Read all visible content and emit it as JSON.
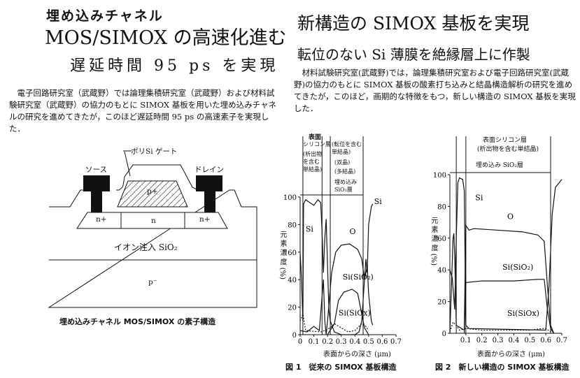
{
  "left": {
    "kicker": "埋め込みチャネル",
    "title": "MOS/SIMOX の高速化進む",
    "subtitle": "遅延時間 95 ps を実現",
    "body": "　電子回路研究室（武蔵野）では論理集積研究室（武蔵野）および材料試験研究室（武蔵野）の協力のもとに SIMOX 基板を用いた埋め込みチャネルの研究を進めてきたが，このほど遅延時間 95 ps の高速素子を実現した．",
    "diagram": {
      "gate": "ポリSi ゲート",
      "source": "ソース",
      "drain": "ドレイン",
      "p_plus": "p+",
      "n_plus_left": "n+",
      "n_mid": "n",
      "n_plus_right": "n+",
      "oxide": "イオン注入 SiO₂",
      "substrate": "p⁻",
      "caption": "埋め込みチャネル MOS/SIMOX の素子構造"
    }
  },
  "right": {
    "title": "新構造の SIMOX 基板を実現",
    "subtitle": "転位のない Si 薄膜を絶縁層上に作製",
    "body": "　材料試験研究室(武蔵野)では，論理集積研究室および電子回路研究室(武蔵野)の協力のもとに SIMOX 基板の酸素打ち込みと結晶構造解析の研究を進めてきたが，このほど，画期的な特徴をもつ，新しい構造の SIMOX 基板を実現した．"
  },
  "chart_data": [
    {
      "type": "line",
      "title": "図 1　従来の SIMOX 基板構造",
      "xlabel": "表面からの深さ (μm)",
      "ylabel": "元 素 濃 度 (%)",
      "xlim": [
        0,
        0.7
      ],
      "ylim": [
        0,
        100
      ],
      "xticks": [
        "0",
        "0.1",
        "0.2",
        "0.3",
        "0.4",
        "0.5",
        "0.6",
        "0.7"
      ],
      "yticks": [
        "0",
        "20",
        "40",
        "60",
        "80",
        "100"
      ],
      "annotations": [
        "表面",
        "シリコン層",
        "(析出物を含む単結晶)",
        "(転位を含む単結晶)",
        "(双晶)",
        "(多結晶)",
        "埋め込み SiO₂層"
      ],
      "boundaries": [
        0.02,
        0.16,
        0.22,
        0.46
      ],
      "series": [
        {
          "name": "Si",
          "dash": false,
          "points": [
            [
              0,
              60
            ],
            [
              0.01,
              40
            ],
            [
              0.02,
              10
            ],
            [
              0.025,
              95
            ],
            [
              0.04,
              98
            ],
            [
              0.07,
              96
            ],
            [
              0.1,
              94
            ],
            [
              0.13,
              98
            ],
            [
              0.15,
              96
            ],
            [
              0.16,
              75
            ],
            [
              0.17,
              45
            ],
            [
              0.18,
              70
            ],
            [
              0.19,
              84
            ],
            [
              0.2,
              50
            ],
            [
              0.21,
              18
            ],
            [
              0.22,
              10
            ],
            [
              0.25,
              2
            ],
            [
              0.3,
              0
            ],
            [
              0.4,
              0
            ],
            [
              0.43,
              2
            ],
            [
              0.45,
              10
            ],
            [
              0.47,
              40
            ],
            [
              0.48,
              55
            ],
            [
              0.49,
              45
            ],
            [
              0.5,
              80
            ],
            [
              0.52,
              93
            ],
            [
              0.53,
              95
            ]
          ]
        },
        {
          "name": "O",
          "dash": false,
          "points": [
            [
              0,
              3
            ],
            [
              0.05,
              2
            ],
            [
              0.1,
              6
            ],
            [
              0.14,
              3
            ],
            [
              0.17,
              40
            ],
            [
              0.18,
              10
            ],
            [
              0.19,
              0
            ],
            [
              0.2,
              10
            ],
            [
              0.23,
              45
            ],
            [
              0.26,
              60
            ],
            [
              0.3,
              65
            ],
            [
              0.36,
              66
            ],
            [
              0.42,
              62
            ],
            [
              0.45,
              55
            ],
            [
              0.47,
              40
            ],
            [
              0.49,
              50
            ],
            [
              0.5,
              30
            ],
            [
              0.52,
              10
            ],
            [
              0.53,
              7
            ]
          ]
        },
        {
          "name": "Si(SiO₂)",
          "dash": false,
          "points": [
            [
              0.2,
              0
            ],
            [
              0.25,
              8
            ],
            [
              0.28,
              25
            ],
            [
              0.32,
              31
            ],
            [
              0.38,
              33
            ],
            [
              0.42,
              30
            ],
            [
              0.45,
              15
            ],
            [
              0.47,
              5
            ],
            [
              0.5,
              0
            ]
          ]
        },
        {
          "name": "Si(SiOx)",
          "dash": true,
          "points": [
            [
              0,
              10
            ],
            [
              0.02,
              15
            ],
            [
              0.04,
              3
            ],
            [
              0.15,
              2
            ],
            [
              0.18,
              3
            ],
            [
              0.22,
              5
            ],
            [
              0.25,
              8
            ],
            [
              0.3,
              5
            ],
            [
              0.35,
              2
            ],
            [
              0.4,
              3
            ],
            [
              0.45,
              8
            ],
            [
              0.48,
              6
            ],
            [
              0.5,
              3
            ]
          ]
        }
      ]
    },
    {
      "type": "line",
      "title": "図 2　新しい構造の SIMOX 基板構造",
      "xlabel": "表面からの深さ (μm)",
      "ylabel": "元 素 濃 度 (%)",
      "xlim": [
        0,
        0.7
      ],
      "ylim": [
        0,
        100
      ],
      "xticks": [
        "0.1",
        "0.2",
        "0.3",
        "0.4",
        "0.5",
        "0.6",
        "0.7"
      ],
      "yticks": [
        "0",
        "20",
        "40",
        "60",
        "80",
        "100"
      ],
      "annotations": [
        "表面シリコン層",
        "(析出物を含む単結晶)",
        "埋め込み SiO₂層"
      ],
      "boundaries": [
        0.04,
        0.1,
        0.63
      ],
      "series": [
        {
          "name": "Si",
          "dash": false,
          "points": [
            [
              0,
              40
            ],
            [
              0.015,
              35
            ],
            [
              0.03,
              15
            ],
            [
              0.04,
              60
            ],
            [
              0.05,
              95
            ],
            [
              0.06,
              98
            ],
            [
              0.08,
              97
            ],
            [
              0.09,
              90
            ],
            [
              0.1,
              5
            ],
            [
              0.12,
              3
            ],
            [
              0.6,
              2
            ],
            [
              0.62,
              30
            ],
            [
              0.64,
              75
            ],
            [
              0.66,
              92
            ],
            [
              0.7,
              97
            ]
          ]
        },
        {
          "name": "O",
          "dash": false,
          "points": [
            [
              0,
              0
            ],
            [
              0.02,
              60
            ],
            [
              0.025,
              63
            ],
            [
              0.03,
              50
            ],
            [
              0.04,
              5
            ],
            [
              0.09,
              2
            ],
            [
              0.1,
              68
            ],
            [
              0.12,
              65
            ],
            [
              0.15,
              66
            ],
            [
              0.3,
              65
            ],
            [
              0.45,
              64
            ],
            [
              0.55,
              62
            ],
            [
              0.59,
              58
            ],
            [
              0.61,
              30
            ],
            [
              0.63,
              5
            ],
            [
              0.65,
              0
            ]
          ]
        },
        {
          "name": "Si(SiO₂)",
          "dash": false,
          "points": [
            [
              0.09,
              0
            ],
            [
              0.1,
              32
            ],
            [
              0.2,
              33
            ],
            [
              0.4,
              33
            ],
            [
              0.55,
              34
            ],
            [
              0.59,
              34
            ],
            [
              0.61,
              15
            ],
            [
              0.63,
              3
            ],
            [
              0.65,
              0
            ]
          ]
        },
        {
          "name": "Si(SiOx)",
          "dash": true,
          "points": [
            [
              0,
              1
            ],
            [
              0.02,
              7
            ],
            [
              0.04,
              5
            ],
            [
              0.06,
              2
            ],
            [
              0.1,
              3
            ],
            [
              0.2,
              2
            ],
            [
              0.3,
              2
            ],
            [
              0.5,
              2
            ],
            [
              0.58,
              3
            ],
            [
              0.6,
              3
            ],
            [
              0.63,
              1
            ]
          ]
        }
      ]
    }
  ]
}
